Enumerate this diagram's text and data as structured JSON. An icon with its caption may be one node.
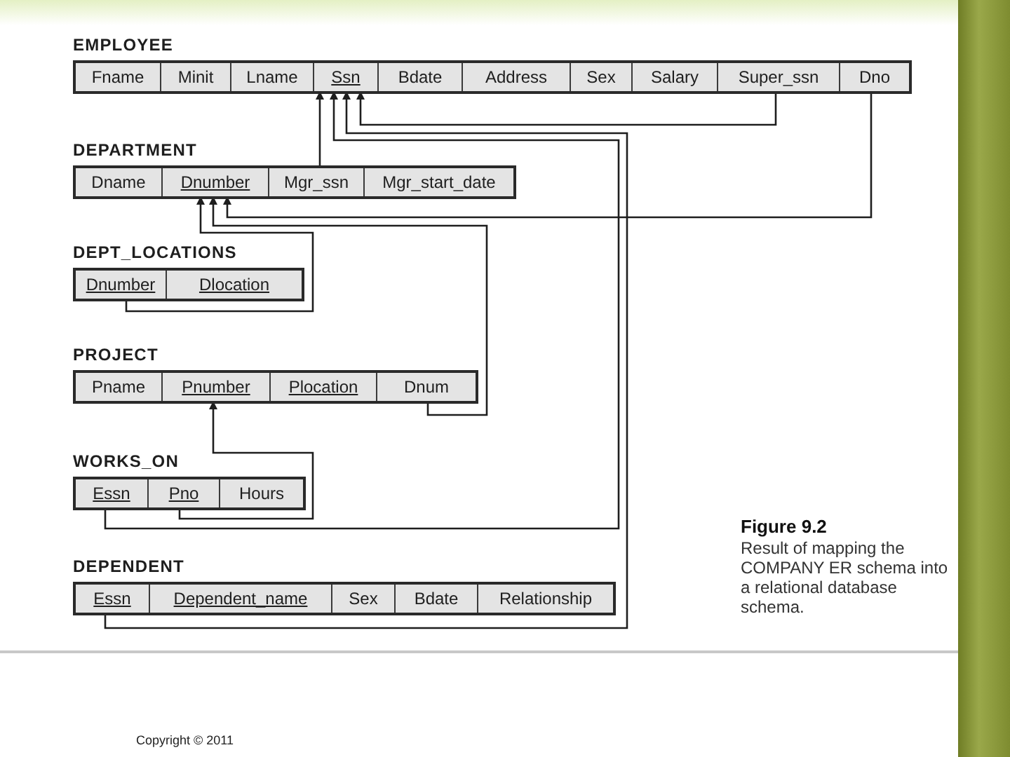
{
  "diagram": {
    "caption": "**Figure 9.2** Result of mapping the COMPANY ER schema into a relational database schema.",
    "nodes": [
      {
        "text": [
          "EMPLOYEE"
        ]
      },
      {
        "text": [
          "Fname"
        ],
        "in": 0
      },
      {
        "text": [
          "Minit"
        ],
        "in": 0
      },
      {
        "text": [
          "Lname"
        ],
        "in": 0
      },
      {
        "text": [
          "Ssn"
        ],
        "in": 0
      },
      {
        "text": [
          "Bdate"
        ],
        "in": 0
      },
      {
        "text": [
          "Address"
        ],
        "in": 0
      },
      {
        "text": [
          "Sex"
        ],
        "in": 0
      },
      {
        "text": [
          "Salary"
        ],
        "in": 0
      },
      {
        "text": [
          "Super_ssn"
        ],
        "in": 0
      },
      {
        "text": [
          "Dno"
        ],
        "in": 0
      },
      {
        "text": [
          "DEPARTMENT"
        ]
      },
      {
        "text": [
          "Dname"
        ],
        "in": 11
      },
      {
        "text": [
          "Dnumber"
        ],
        "in": 11
      },
      {
        "text": [
          "Mgr_ssn"
        ],
        "in": 11
      },
      {
        "text": [
          "Mgr_start_date"
        ],
        "in": 11
      },
      {
        "text": [
          "DEPT_LOCATIONS"
        ]
      },
      {
        "text": [
          "Dnumber"
        ],
        "in": 16
      },
      {
        "text": [
          "Dlocation"
        ],
        "in": 16
      },
      {
        "text": [
          "PROJECT"
        ]
      },
      {
        "text": [
          "Pname"
        ],
        "in": 19
      },
      {
        "text": [
          "Pnumber"
        ],
        "in": 19
      },
      {
        "text": [
          "Plocation"
        ],
        "in": 19
      },
      {
        "text": [
          "Dnum"
        ],
        "in": 19
      },
      {
        "text": [
          "WORKS_ON"
        ]
      },
      {
        "text": [
          "Essn"
        ],
        "in": 24
      },
      {
        "text": [
          "Pno"
        ],
        "in": 24
      },
      {
        "text": [
          "Hours"
        ],
        "in": 24
      },
      {
        "text": [
          "DEPENDENT"
        ]
      },
      {
        "text": [
          "Essn"
        ],
        "in": 28
      },
      {
        "text": [
          "Dependent_name"
        ],
        "in": 28
      },
      {
        "text": [
          "Sex"
        ],
        "in": 28
      },
      {
        "text": [
          "Bdate"
        ],
        "in": 28
      },
      {
        "text": [
          "Relationship"
        ],
        "in": 28
      }
    ],
    "edges": [
      {
        "from": 9,
        "to": 4,
        "arrow": "to"
      },
      {
        "from": 10,
        "to": 13,
        "arrow": "to"
      },
      {
        "from": 14,
        "to": 4,
        "arrow": "to"
      },
      {
        "from": 17,
        "to": 13,
        "arrow": "to"
      },
      {
        "from": 23,
        "to": 13,
        "arrow": "to"
      },
      {
        "from": 25,
        "to": 4,
        "arrow": "to"
      },
      {
        "from": 26,
        "to": 21,
        "arrow": "to"
      },
      {
        "from": 29,
        "to": 4,
        "arrow": "to"
      }
    ],
    "labels": [
      "Copyright © 2011"
    ]
  }
}
